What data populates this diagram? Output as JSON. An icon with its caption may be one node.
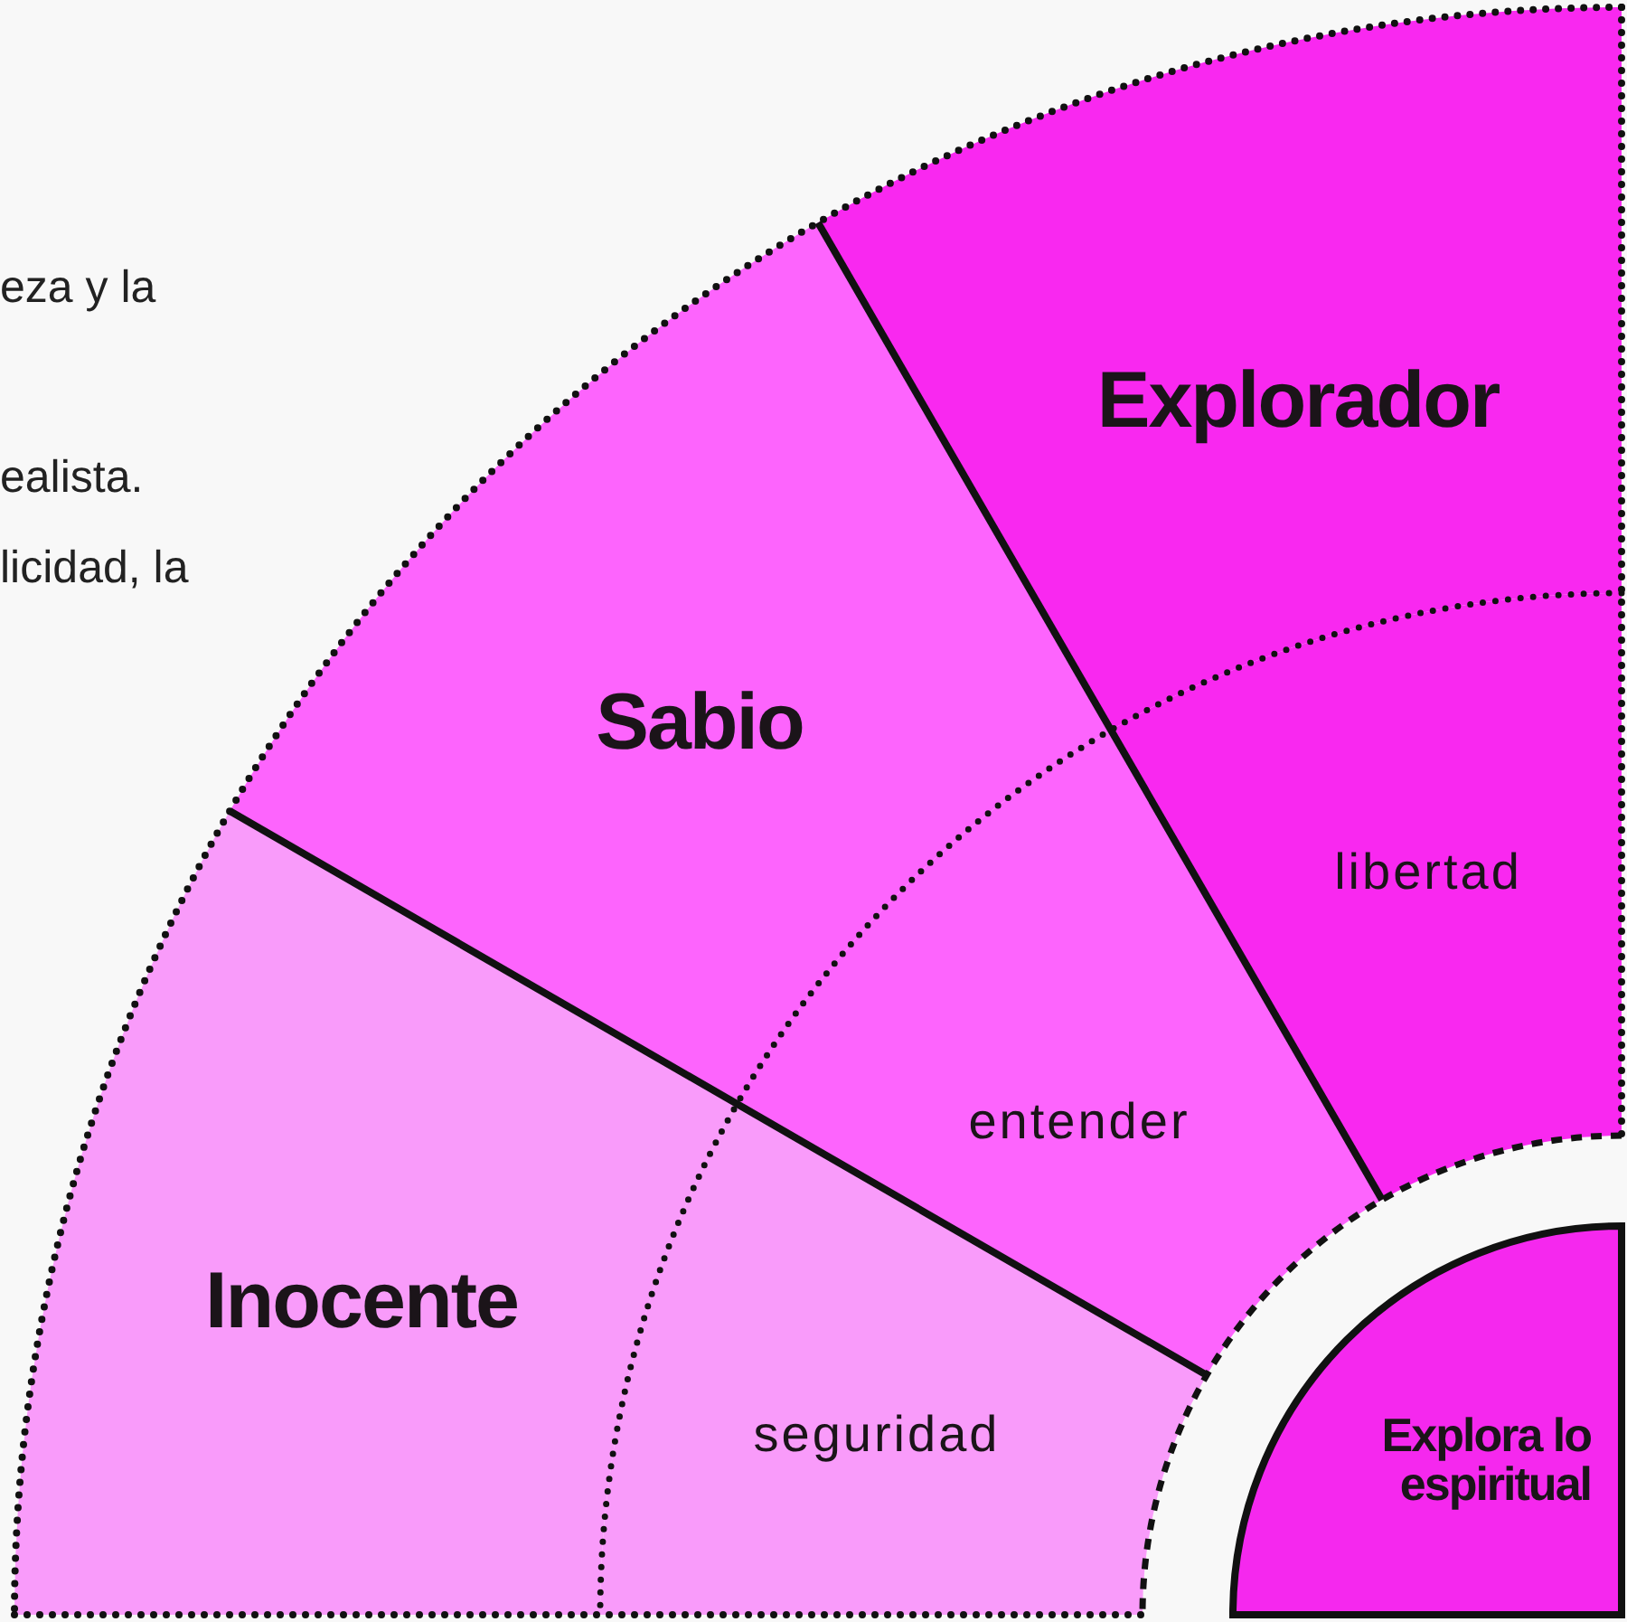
{
  "diagram": {
    "nodes": [
      {
        "text": [
          "Inocente"
        ]
      },
      {
        "text": [
          "seguridad"
        ]
      },
      {
        "text": [
          "Sabio"
        ]
      },
      {
        "text": [
          "entender"
        ]
      },
      {
        "text": [
          "Explorador"
        ]
      },
      {
        "text": [
          "libertad"
        ]
      },
      {
        "text": [
          "Explora lo espiritual"
        ]
      }
    ],
    "labels": [
      "eza y la",
      "ealista.",
      "licidad, la"
    ]
  }
}
